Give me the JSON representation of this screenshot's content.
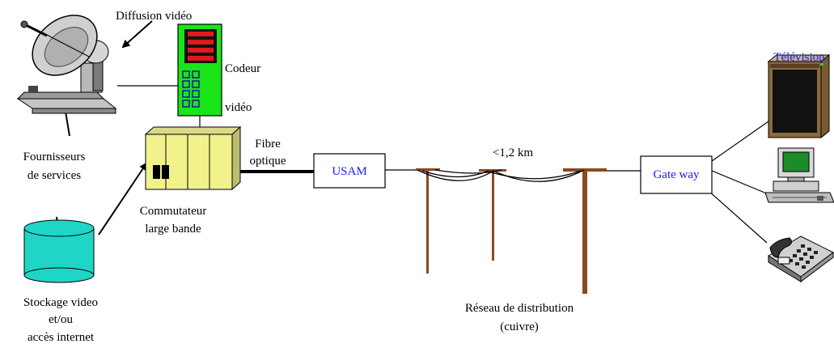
{
  "labels": {
    "diffusion_video": "Diffusion vidéo",
    "codeur": "Codeur",
    "video": "vidéo",
    "fournisseurs_1": "Fournisseurs",
    "fournisseurs_2": "de services",
    "fibre_1": "Fibre",
    "fibre_2": "optique",
    "usam": "USAM",
    "distance": "<1,2 km",
    "gateway": "Gate way",
    "television": "Télévision",
    "commutateur_1": "Commutateur",
    "commutateur_2": "large bande",
    "stockage_1": "Stockage video",
    "stockage_2": "et/ou",
    "stockage_3": "accès internet",
    "reseau_1": "Réseau de distribution",
    "reseau_2": "(cuivre)"
  },
  "colors": {
    "encoder_green": "#19e619",
    "switch_yellow": "#f2f28c",
    "storage_cyan": "#1fd6c6",
    "pole_brown": "#8b4a1e",
    "label_blue": "#1a1aff"
  },
  "icons": {
    "satellite": "satellite-dish-icon",
    "encoder": "video-encoder-icon",
    "switch": "broadband-switch-icon",
    "storage": "storage-cylinder-icon",
    "tv": "television-icon",
    "computer": "computer-icon",
    "phone": "telephone-icon"
  }
}
